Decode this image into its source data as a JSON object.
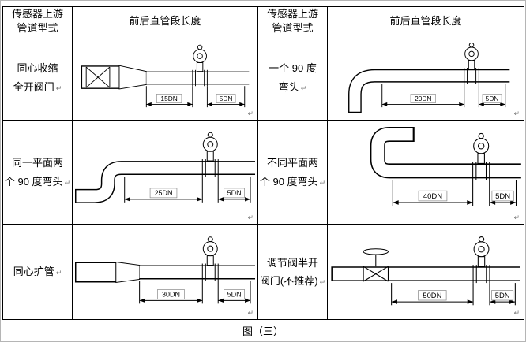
{
  "page": {
    "caption": "图（三）",
    "return_mark": "↵"
  },
  "headers": [
    "传感器上游\n管道型式",
    "前后直管段长度",
    "传感器上游\n管道型式",
    "前后直管段长度"
  ],
  "rows": [
    {
      "left": {
        "label": "同心收缩\n全开阀门",
        "dim_main": "15DN",
        "dim_after": "5DN"
      },
      "right": {
        "label": "一个 90 度\n弯头",
        "dim_main": "20DN",
        "dim_after": "5DN"
      }
    },
    {
      "left": {
        "label": "同一平面两\n个 90 度弯头",
        "dim_main": "25DN",
        "dim_after": "5DN"
      },
      "right": {
        "label": "不同平面两\n个 90 度弯头",
        "dim_main": "40DN",
        "dim_after": "5DN"
      }
    },
    {
      "left": {
        "label": "同心扩管",
        "dim_main": "30DN",
        "dim_after": "5DN"
      },
      "right": {
        "label": "调节阀半开\n阀门(不推荐)",
        "dim_main": "50DN",
        "dim_after": "5DN"
      }
    }
  ]
}
